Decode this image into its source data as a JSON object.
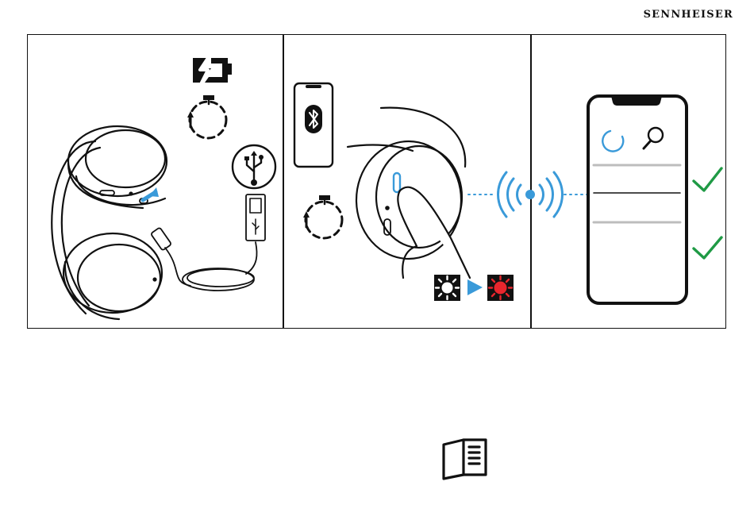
{
  "brand": {
    "name": "SENNHEISER"
  },
  "panels": [
    {
      "id": "charge",
      "icons": [
        "battery-charging-icon",
        "timer-icon",
        "usb-icon",
        "headphones",
        "usb-cable"
      ]
    },
    {
      "id": "pair",
      "icons": [
        "phone-bluetooth-icon",
        "timer-icon",
        "headphone-button-press",
        "led-off-icon",
        "led-red-icon"
      ]
    },
    {
      "id": "connect",
      "icons": [
        "bluetooth-signal-icon",
        "smartphone",
        "loading-icon",
        "search-icon",
        "check-icon",
        "check-icon"
      ]
    }
  ],
  "colors": {
    "accent_blue": "#3a9ad9",
    "check_green": "#1f9a45",
    "led_red": "#e8262d",
    "ink": "#111111"
  },
  "footer": {
    "icon": "manual-book-icon"
  }
}
